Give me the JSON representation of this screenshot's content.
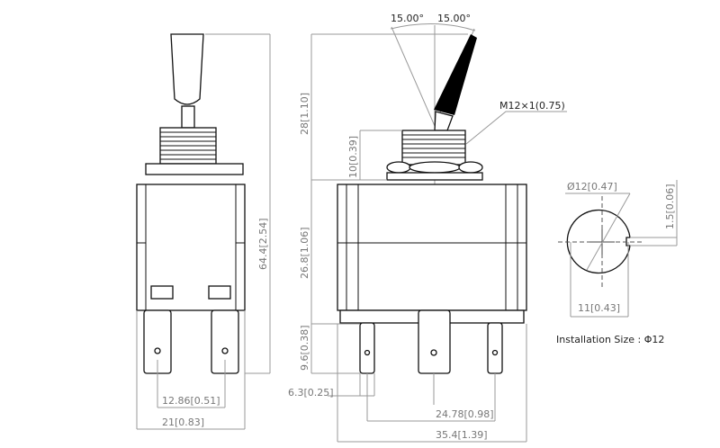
{
  "left_view": {
    "height_mm": "64.4",
    "height_in": "2.54",
    "terminal_pitch_mm": "12.86",
    "terminal_pitch_in": "0.51",
    "width_mm": "21",
    "width_in": "0.83"
  },
  "right_view": {
    "angle_left": "15.00°",
    "angle_right": "15.00°",
    "thread_label": "M12×1(0.75)",
    "lever_height_mm": "28",
    "lever_height_in": "1.10",
    "bushing_mm": "10",
    "bushing_in": "0.39",
    "body_height_mm": "26.8",
    "body_height_in": "1.06",
    "terminal_len_mm": "9.6",
    "terminal_len_in": "0.38",
    "terminal_width_mm": "6.3",
    "terminal_width_in": "0.25",
    "terminal_span_mm": "24.78",
    "terminal_span_in": "0.98",
    "body_width_mm": "35.4",
    "body_width_in": "1.39"
  },
  "panel_cutout": {
    "diameter_mm": "Ø12",
    "diameter_in": "0.47",
    "key_mm": "1.5",
    "key_in": "0.06",
    "flat_mm": "11",
    "flat_in": "0.43",
    "installation_size": "Installation Size : Φ12"
  }
}
